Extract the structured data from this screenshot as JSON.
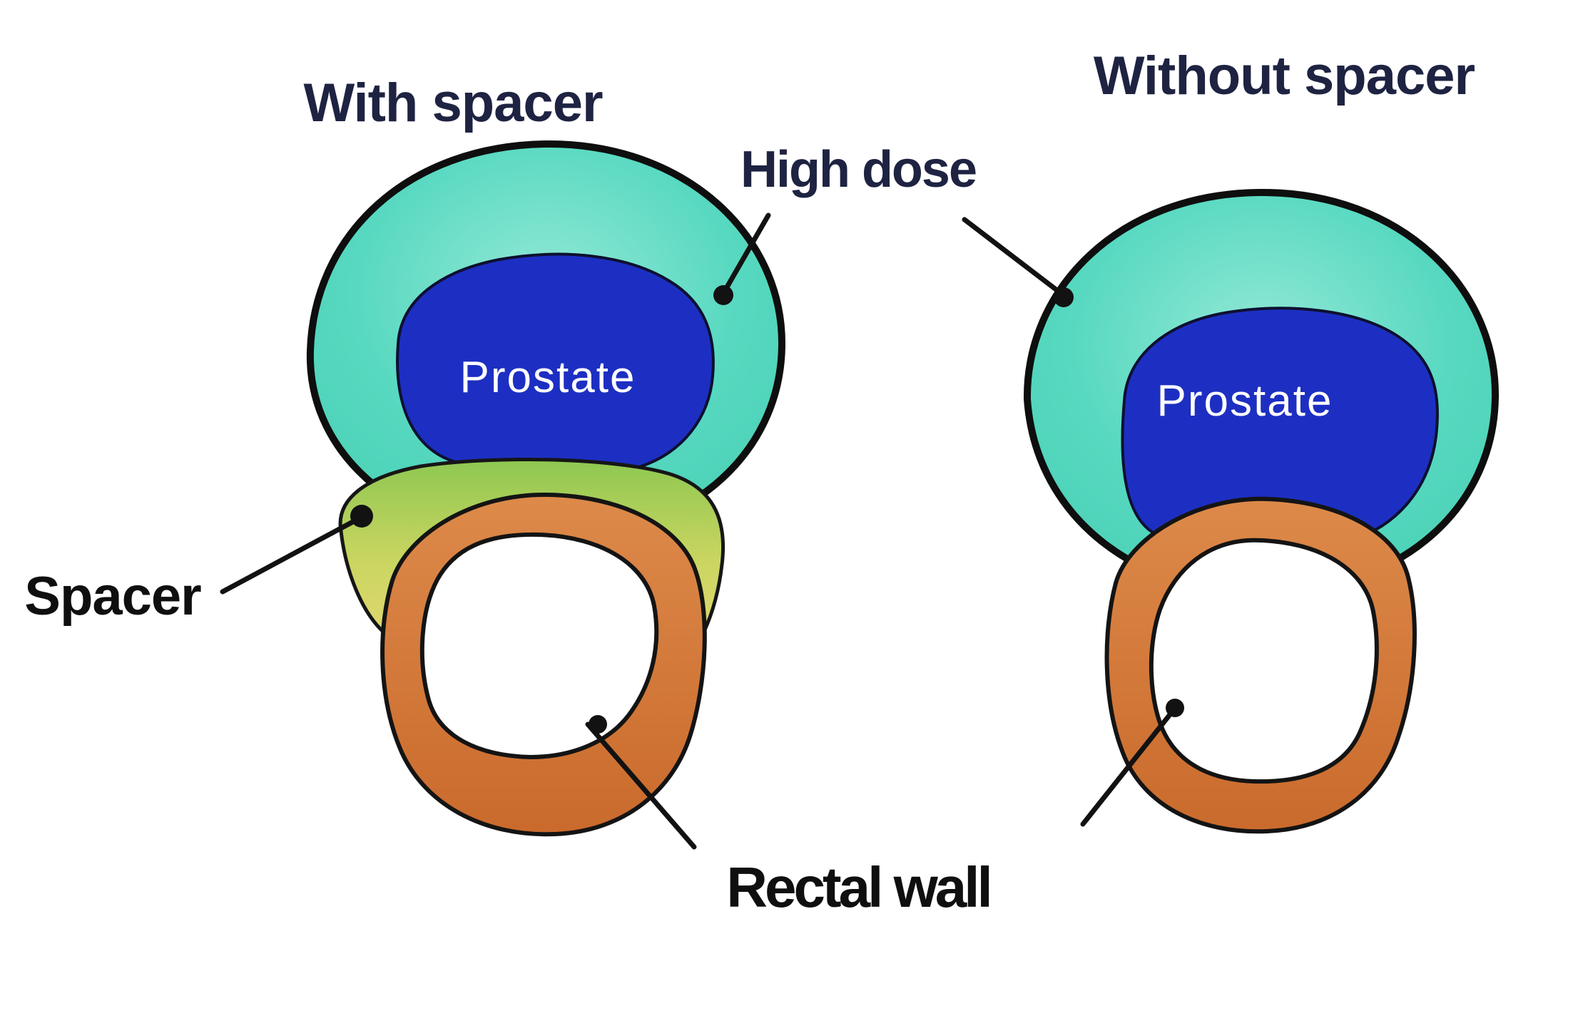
{
  "left_panel": {
    "title": "With spacer",
    "prostate_label": "Prostate"
  },
  "right_panel": {
    "title": "Without spacer",
    "prostate_label": "Prostate"
  },
  "annotations": {
    "high_dose": "High dose",
    "spacer": "Spacer",
    "rectal_wall": "Rectal wall"
  },
  "colors": {
    "background": "#ffffff",
    "outline": "#121212",
    "high_dose_region": "#57d8c0",
    "high_dose_light": "#93e9d6",
    "high_dose_deep": "#47d0b4",
    "prostate": "#1d2fc2",
    "prostate_label_text": "#ffffff",
    "spacer_green": "#8cc751",
    "spacer_mid": "#c9d560",
    "spacer_yellow": "#eeda77",
    "rectal_wall_orange": "#dd8a4a",
    "rectal_wall_deep": "#c96a2c",
    "title_text": "#1e2342",
    "annotation_text": "#0f0f0f"
  }
}
